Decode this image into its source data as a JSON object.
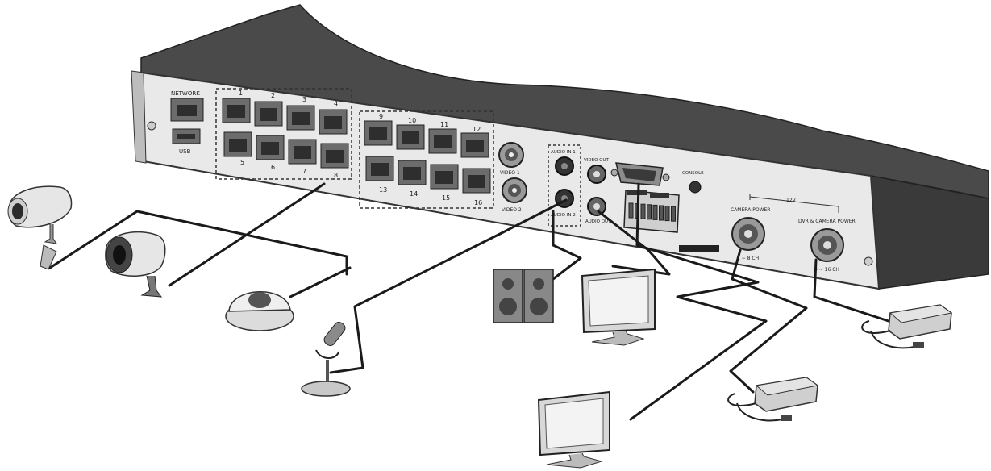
{
  "labels": {
    "network": "NETWORK",
    "usb": "USB",
    "ports_top_left": [
      "1",
      "2",
      "3",
      "4"
    ],
    "ports_bottom_left": [
      "5",
      "6",
      "7",
      "8"
    ],
    "ports_top_right": [
      "9",
      "10",
      "11",
      "12"
    ],
    "ports_bottom_right": [
      "13",
      "14",
      "15",
      "16"
    ],
    "video1": "VIDEO 1",
    "video2": "VIDEO 2",
    "audio_in1": "AUDIO IN 1",
    "audio_in2": "AUDIO IN 2",
    "video_out": "VIDEO OUT",
    "audio_out": "AUDIO OUT",
    "console": "CONSOLE",
    "voltage": "12V",
    "camera_power": "CAMERA POWER",
    "camera_power_ch": "1 ~ 8 CH",
    "dvr_power": "DVR & CAMERA POWER",
    "dvr_power_ch": "9 ~ 16 CH"
  },
  "colors": {
    "chassis_top": "#4a4a4a",
    "chassis_face": "#3a3a3a",
    "panel": "#e9e9e9",
    "cable": "#1a1a1a"
  }
}
